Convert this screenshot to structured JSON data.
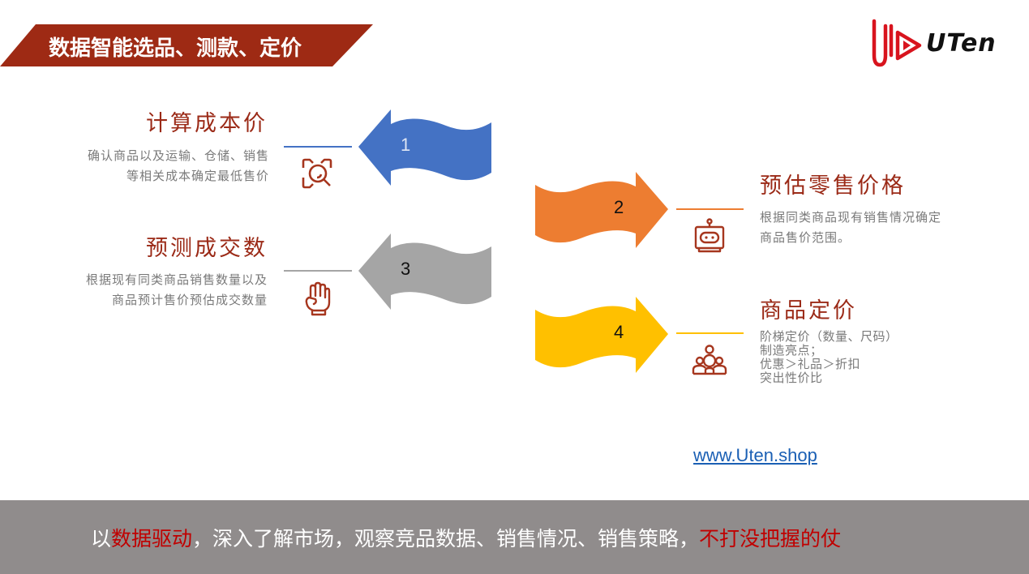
{
  "header": {
    "title": "数据智能选品、测款、定价",
    "banner_color": "#9e2a14",
    "logo_text": "UTen",
    "logo_color": "#d8141e"
  },
  "steps": [
    {
      "number": "1",
      "title": "计算成本价",
      "description": [
        "确认商品以及运输、仓储、销售",
        "等相关成本确定最低售价"
      ],
      "arrow_color": "#4472c4",
      "arrow_direction": "left",
      "icon": "magnifier-focus-icon"
    },
    {
      "number": "2",
      "title": "预估零售价格",
      "description": [
        "根据同类商品现有销售情况确定",
        "商品售价范围。"
      ],
      "arrow_color": "#ed7d31",
      "arrow_direction": "right",
      "icon": "robot-icon"
    },
    {
      "number": "3",
      "title": "预测成交数",
      "description": [
        "根据现有同类商品销售数量以及",
        "商品预计售价预估成交数量"
      ],
      "arrow_color": "#a5a5a5",
      "arrow_direction": "left",
      "icon": "hand-icon"
    },
    {
      "number": "4",
      "title": "商品定价",
      "description": [
        "阶梯定价（数量、尺码）",
        "制造亮点；",
        "优惠＞礼品＞折扣",
        "突出性价比"
      ],
      "arrow_color": "#ffc000",
      "arrow_direction": "right",
      "icon": "people-group-icon"
    }
  ],
  "link": {
    "url_text": "www.Uten.shop"
  },
  "footer": {
    "segments": [
      {
        "text": "以",
        "highlight": false
      },
      {
        "text": "数据驱动",
        "highlight": true
      },
      {
        "text": "，深入了解市场，观察竞品数据、销售情况、销售策略，",
        "highlight": false
      },
      {
        "text": "不打没把握的仗",
        "highlight": true
      }
    ],
    "background": "#908c8c",
    "highlight_color": "#c00000"
  }
}
